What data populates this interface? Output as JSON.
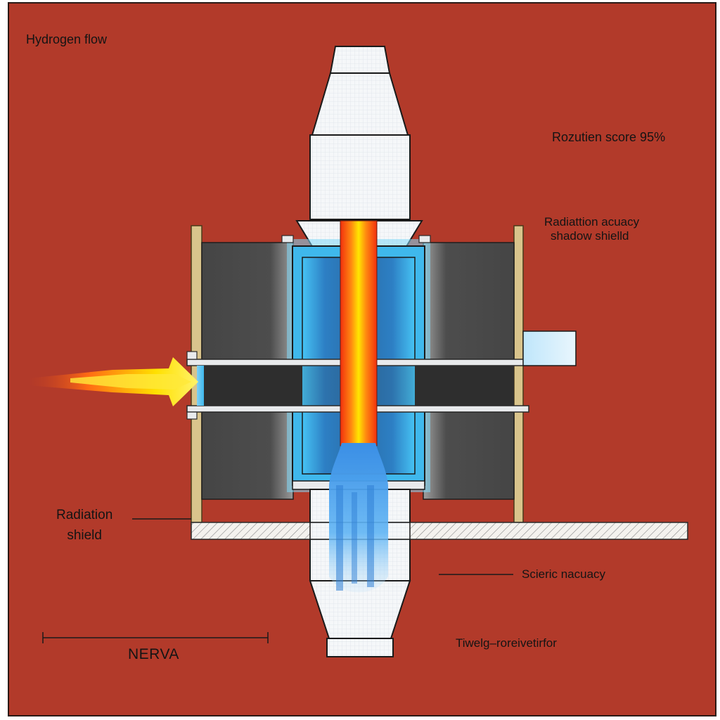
{
  "labels": {
    "hydrogen_flow": "Hydrogen flow",
    "score": "Rozutien score 95%",
    "radiation_accuracy_line1": "Radiattion acuacy",
    "radiation_accuracy_line2": "shadow shielld",
    "radiation_shield_line1": "Radiation",
    "radiation_shield_line2": "shield",
    "scieric_accuracy": "Scieric nacuacy",
    "nerva": "NERVA",
    "tiwelg": "Tiwelg–roreivetirfor"
  },
  "colors": {
    "background": "#b23a2a",
    "nozzle_white": "#f4f6f8",
    "core_blue": "#3fb8ec",
    "block_gray": "#4a4a4a",
    "hot_red": "#f23a10",
    "hot_yellow": "#ffe000",
    "exhaust_blue": "#4aa8f0",
    "tan_rail": "#d9c48c"
  }
}
